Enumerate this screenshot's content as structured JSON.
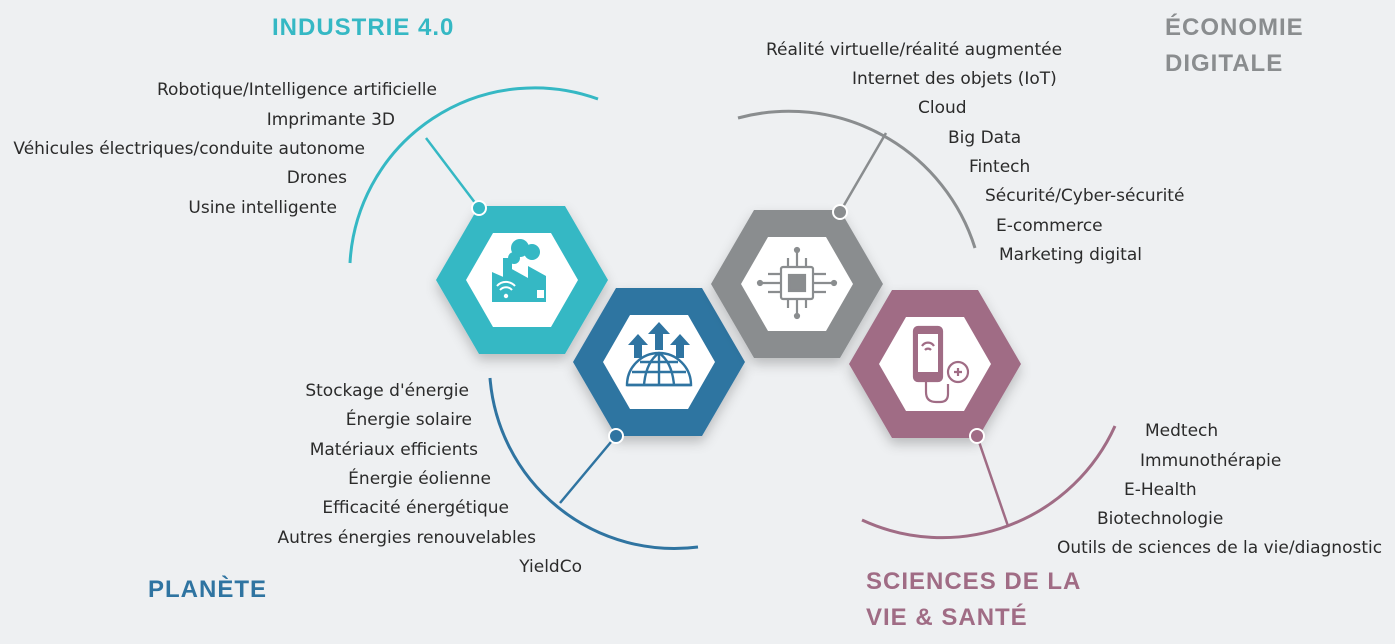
{
  "colors": {
    "industrie": "#35b8c4",
    "economie": "#8a8d8f",
    "planete": "#2f74a1",
    "sante": "#a06c85",
    "text": "#2b2b2b",
    "background": "#eef0f2"
  },
  "sectors": [
    {
      "id": "industrie",
      "title_lines": [
        "INDUSTRIE 4.0"
      ],
      "icon": "factory-wifi-icon",
      "items": [
        "Robotique/Intelligence artificielle",
        "Imprimante 3D",
        "Véhicules électriques/conduite autonome",
        "Drones",
        "Usine intelligente"
      ]
    },
    {
      "id": "economie",
      "title_lines": [
        "ÉCONOMIE",
        "DIGITALE"
      ],
      "icon": "microchip-icon",
      "items": [
        "Réalité virtuelle/réalité augmentée",
        "Internet des objets (IoT)",
        "Cloud",
        "Big Data",
        "Fintech",
        "Sécurité/Cyber-sécurité",
        "E-commerce",
        "Marketing digital"
      ]
    },
    {
      "id": "planete",
      "title_lines": [
        "PLANÈTE"
      ],
      "icon": "globe-arrows-icon",
      "items": [
        "Stockage d'énergie",
        "Énergie solaire",
        "Matériaux efficients",
        "Énergie éolienne",
        "Efficacité énergétique",
        "Autres énergies renouvelables",
        "YieldCo"
      ]
    },
    {
      "id": "sante",
      "title_lines": [
        "SCIENCES DE LA",
        "VIE & SANTÉ"
      ],
      "icon": "phone-stethoscope-icon",
      "items": [
        "Medtech",
        "Immunothérapie",
        "E-Health",
        "Biotechnologie",
        "Outils de sciences de la vie/diagnostic"
      ]
    }
  ]
}
